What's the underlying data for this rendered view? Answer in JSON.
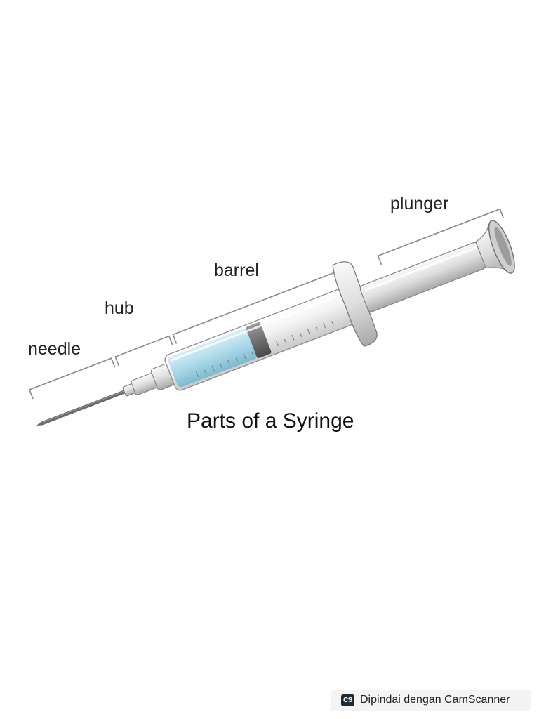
{
  "diagram": {
    "title": "Parts of a Syringe",
    "labels": {
      "needle": "needle",
      "hub": "hub",
      "barrel": "barrel",
      "plunger": "plunger"
    },
    "colors": {
      "fluid": "#a9d8e8",
      "barrel_glass": "#eeeeee",
      "plunger": "#dcdcdc",
      "needle": "#666666",
      "bracket": "#8a8a8a"
    }
  },
  "watermark": {
    "logo": "CS",
    "text": "Dipindai dengan CamScanner"
  }
}
